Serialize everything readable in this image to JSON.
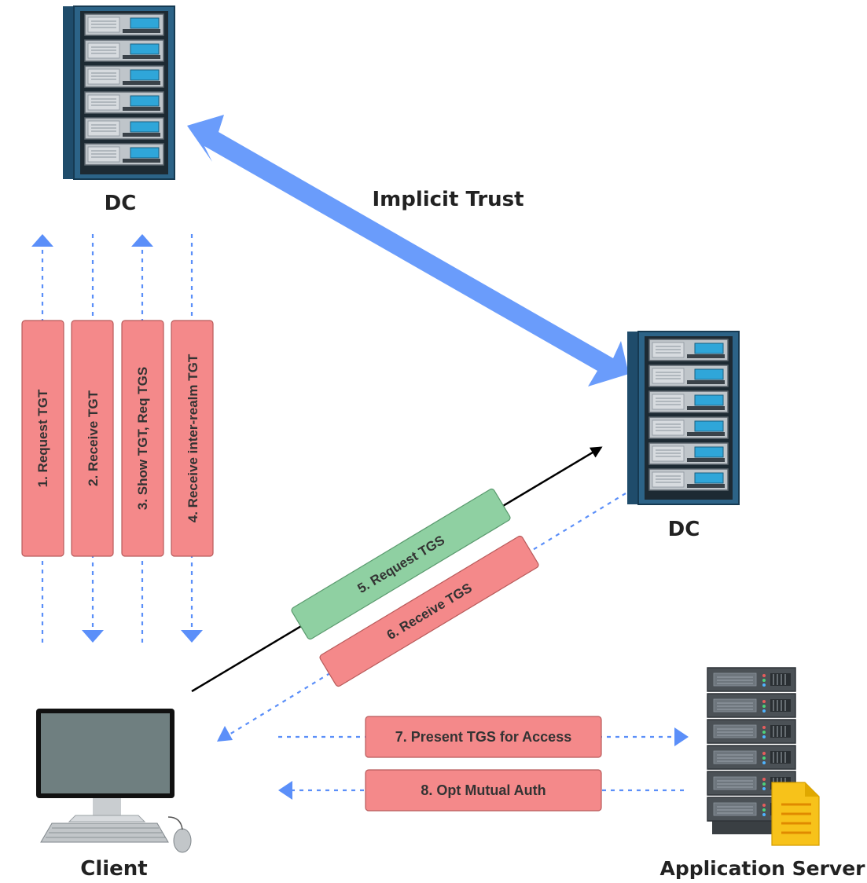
{
  "nodes": {
    "dc_top": "DC",
    "dc_right": "DC",
    "client": "Client",
    "app_server": "Application Server"
  },
  "trust_label": "Implicit Trust",
  "steps": [
    "1. Request TGT",
    "2. Receive TGT",
    "3. Show TGT, Req TGS",
    "4. Receive inter-realm TGT",
    "5. Request TGS",
    "6. Receive TGS",
    "7. Present TGS for Access",
    "8. Opt Mutual Auth"
  ],
  "colors": {
    "request_box": "#f4898a",
    "request_tgs_box": "#8fd0a2",
    "arrow_blue": "#5b8ff9",
    "trust_arrow": "#6a9cfb",
    "line_black": "#000000"
  },
  "icons": {
    "dc": "server-rack-icon",
    "client": "desktop-computer-icon",
    "app_server": "application-server-icon"
  }
}
